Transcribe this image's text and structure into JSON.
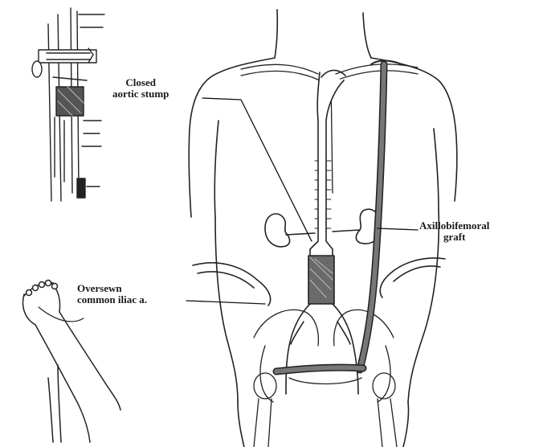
{
  "labels": {
    "closed_aortic_stump": {
      "line1": "Closed",
      "line2": "aortic stump"
    },
    "axillobifemoral_graft": {
      "line1": "Axillobifemoral",
      "line2": "graft"
    },
    "oversewn_common_iliac": {
      "line1": "Oversewn",
      "line2": "common iliac a."
    }
  }
}
